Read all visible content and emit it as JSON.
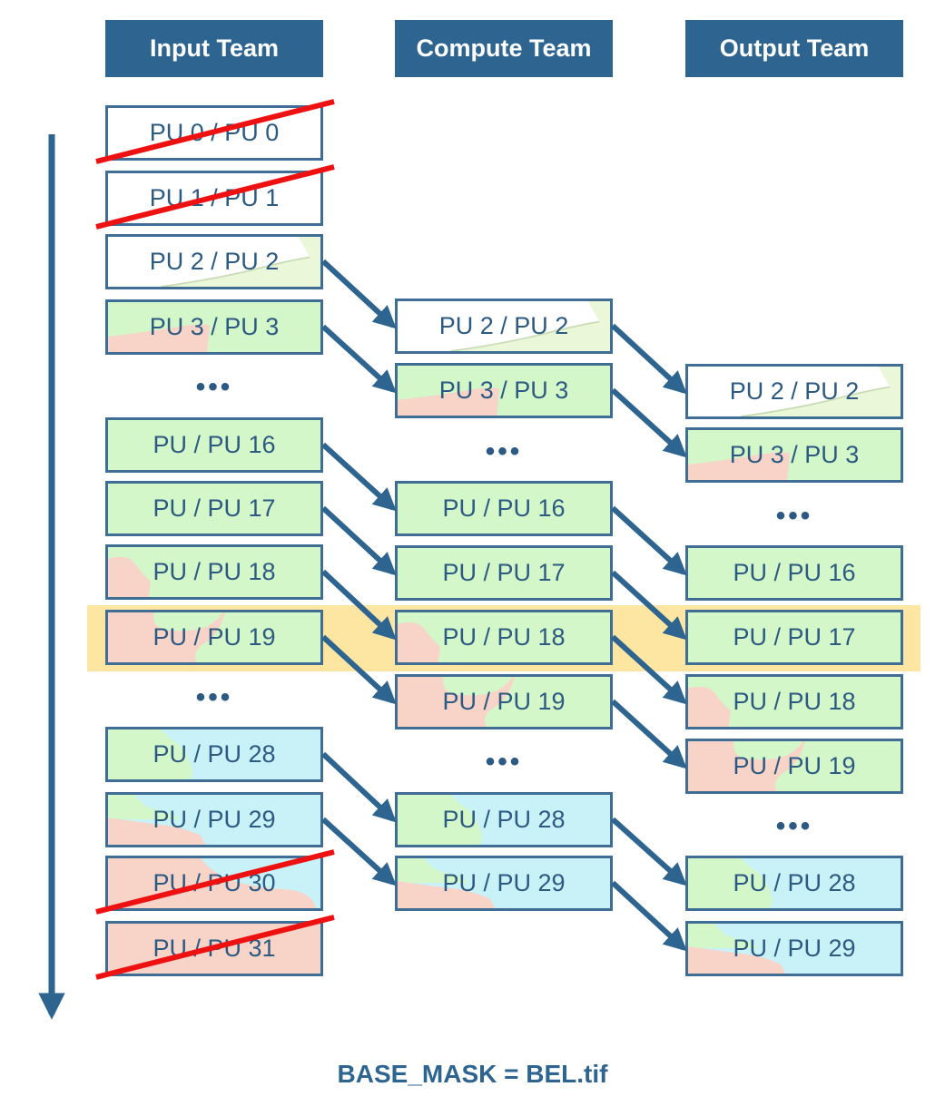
{
  "headers": {
    "input": "Input Team",
    "compute": "Compute Team",
    "output": "Output Team"
  },
  "ellipsis": "•••",
  "footer": "BASE_MASK = BEL.tif",
  "colors": {
    "header_bg": "#2e6590",
    "box_border": "#3f6d93",
    "label": "#2c5a82",
    "arrow": "#2e6590",
    "cross": "#ee1111",
    "highlight": "#fde6a2",
    "green": "#d4f7c9",
    "pink": "#f8d3c8",
    "cyan": "#c8f1f8",
    "white": "#ffffff",
    "light_green": "#eaf7d9"
  },
  "columns": {
    "input": [
      {
        "label": "PU 0 / PU 0",
        "fill": "white",
        "crossed": true
      },
      {
        "label": "PU 1 / PU 1",
        "fill": "white",
        "crossed": true
      },
      {
        "label": "PU 2 / PU 2",
        "fill": "coast"
      },
      {
        "label": "PU 3 / PU 3",
        "fill": "green-pink"
      },
      {
        "label": "PU / PU 16",
        "fill": "green"
      },
      {
        "label": "PU / PU 17",
        "fill": "green"
      },
      {
        "label": "PU / PU 18",
        "fill": "pink-left"
      },
      {
        "label": "PU / PU 19",
        "fill": "pink-green"
      },
      {
        "label": "PU / PU 28",
        "fill": "green-cyan"
      },
      {
        "label": "PU / PU 29",
        "fill": "pink-cyan"
      },
      {
        "label": "PU / PU 30",
        "fill": "pink-cyan2",
        "crossed": true
      },
      {
        "label": "PU / PU 31",
        "fill": "pink",
        "crossed": true
      }
    ],
    "compute": [
      {
        "label": "PU 2 / PU 2",
        "fill": "coast"
      },
      {
        "label": "PU 3 / PU 3",
        "fill": "green-pink"
      },
      {
        "label": "PU / PU 16",
        "fill": "green"
      },
      {
        "label": "PU / PU 17",
        "fill": "green"
      },
      {
        "label": "PU / PU 18",
        "fill": "pink-left"
      },
      {
        "label": "PU / PU 19",
        "fill": "pink-green"
      },
      {
        "label": "PU / PU 28",
        "fill": "green-cyan"
      },
      {
        "label": "PU / PU 29",
        "fill": "pink-cyan"
      }
    ],
    "output": [
      {
        "label": "PU 2 / PU 2",
        "fill": "coast"
      },
      {
        "label": "PU 3 / PU 3",
        "fill": "green-pink"
      },
      {
        "label": "PU / PU 16",
        "fill": "green"
      },
      {
        "label": "PU / PU 17",
        "fill": "green"
      },
      {
        "label": "PU / PU 18",
        "fill": "pink-left"
      },
      {
        "label": "PU / PU 19",
        "fill": "pink-green"
      },
      {
        "label": "PU / PU 28",
        "fill": "green-cyan"
      },
      {
        "label": "PU / PU 29",
        "fill": "pink-cyan"
      }
    ]
  }
}
